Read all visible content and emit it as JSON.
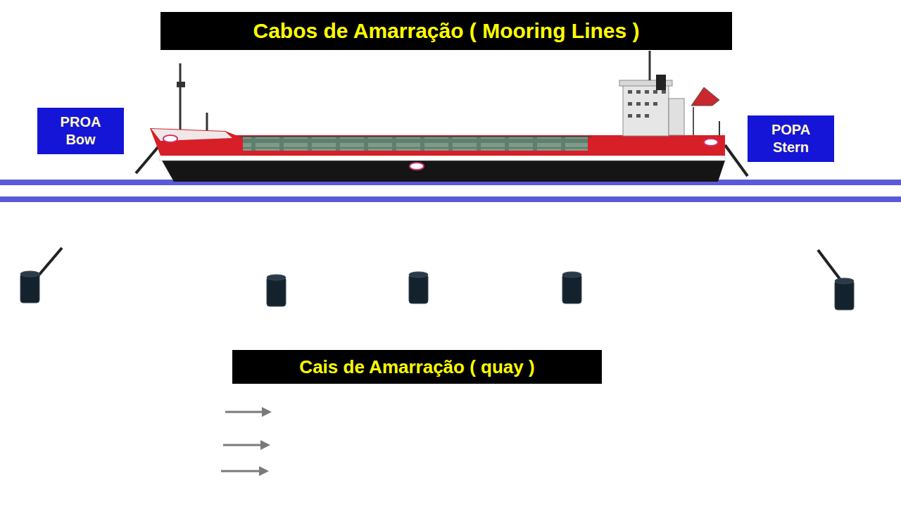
{
  "diagram": {
    "title": "Cabos de Amarração ( Mooring Lines )",
    "nodes": [
      {
        "text": [
          "PROA Bow"
        ]
      },
      {
        "text": [
          "POPA Stern"
        ]
      },
      {
        "text": [
          "Cais de Amarração ( quay )"
        ]
      }
    ]
  }
}
